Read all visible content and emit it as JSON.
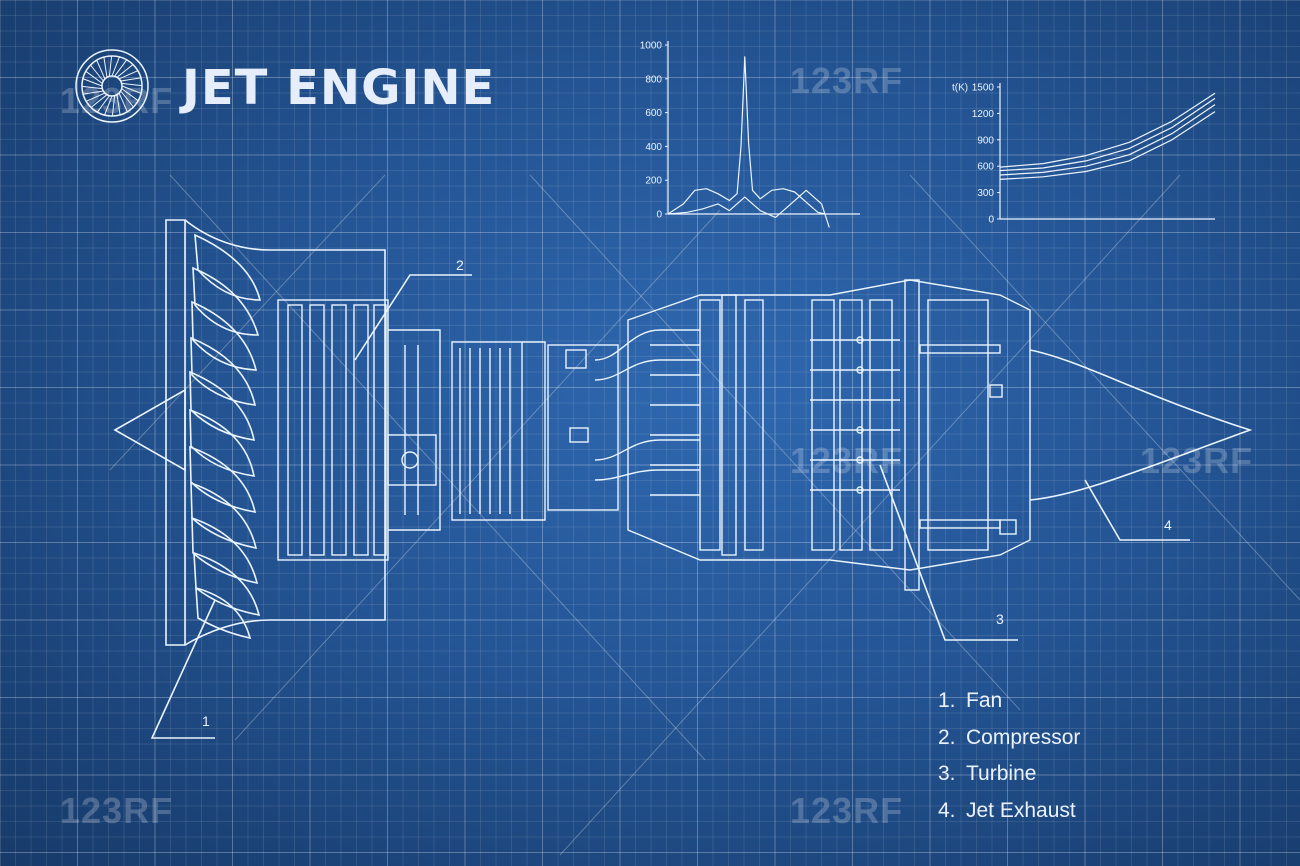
{
  "title": "JET ENGINE",
  "legend": [
    {
      "num": "1.",
      "label": "Fan"
    },
    {
      "num": "2.",
      "label": "Compressor"
    },
    {
      "num": "3.",
      "label": "Turbine"
    },
    {
      "num": "4.",
      "label": "Jet Exhaust"
    }
  ],
  "callouts": [
    "1",
    "2",
    "3",
    "4"
  ],
  "watermark": "123RF",
  "chart_data": [
    {
      "type": "line",
      "title": "",
      "xlabel": "",
      "ylabel": "",
      "yticks": [
        0,
        200,
        400,
        600,
        800,
        1000
      ],
      "ylim": [
        0,
        1000
      ],
      "xlim": [
        0,
        100
      ],
      "series": [
        {
          "x": [
            0,
            8,
            14,
            20,
            26,
            32,
            36,
            38,
            40,
            42,
            44,
            48,
            54,
            60,
            66,
            72,
            78,
            82
          ],
          "y": [
            0,
            60,
            140,
            150,
            120,
            80,
            120,
            400,
            930,
            420,
            140,
            90,
            140,
            150,
            130,
            70,
            10,
            0
          ]
        },
        {
          "x": [
            0,
            10,
            18,
            26,
            32,
            40,
            48,
            56,
            64,
            72,
            80,
            84
          ],
          "y": [
            0,
            10,
            30,
            60,
            20,
            100,
            20,
            -20,
            60,
            140,
            60,
            -80
          ]
        }
      ]
    },
    {
      "type": "line",
      "title": "",
      "ylabel": "t(K)",
      "xlabel": "",
      "yticks": [
        0,
        300,
        600,
        900,
        1200,
        1500
      ],
      "ylim": [
        0,
        1500
      ],
      "xlim": [
        0,
        100
      ],
      "series": [
        {
          "x": [
            0,
            20,
            40,
            60,
            80,
            100
          ],
          "y": [
            450,
            480,
            540,
            660,
            900,
            1220
          ]
        },
        {
          "x": [
            0,
            20,
            40,
            60,
            80,
            100
          ],
          "y": [
            500,
            530,
            600,
            730,
            970,
            1300
          ]
        },
        {
          "x": [
            0,
            20,
            40,
            60,
            80,
            100
          ],
          "y": [
            550,
            580,
            660,
            800,
            1040,
            1370
          ]
        },
        {
          "x": [
            0,
            20,
            40,
            60,
            80,
            100
          ],
          "y": [
            590,
            630,
            720,
            870,
            1110,
            1430
          ]
        }
      ]
    }
  ]
}
